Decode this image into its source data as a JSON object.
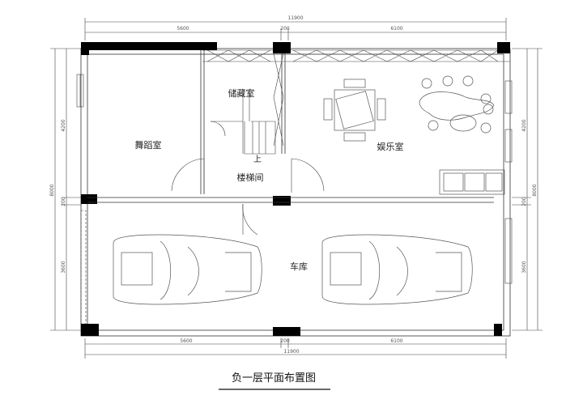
{
  "title": "负一层平面布置图",
  "rooms": {
    "dance": "舞蹈室",
    "storage": "储藏室",
    "entertainment": "娱乐室",
    "stair": "楼梯间",
    "garage": "车库",
    "up_label": "上"
  },
  "dimensions": {
    "top_total": "11900",
    "top_left": "5600",
    "top_mid": "200",
    "top_right": "6100",
    "bottom_left": "5600",
    "bottom_mid": "200",
    "bottom_right": "6100",
    "bottom_total": "11900",
    "left_upper": "4200",
    "left_mid": "200",
    "left_lower": "3600",
    "left_total": "8000",
    "right_upper": "4200",
    "right_mid": "200",
    "right_lower": "3600",
    "right_total": "8000"
  }
}
